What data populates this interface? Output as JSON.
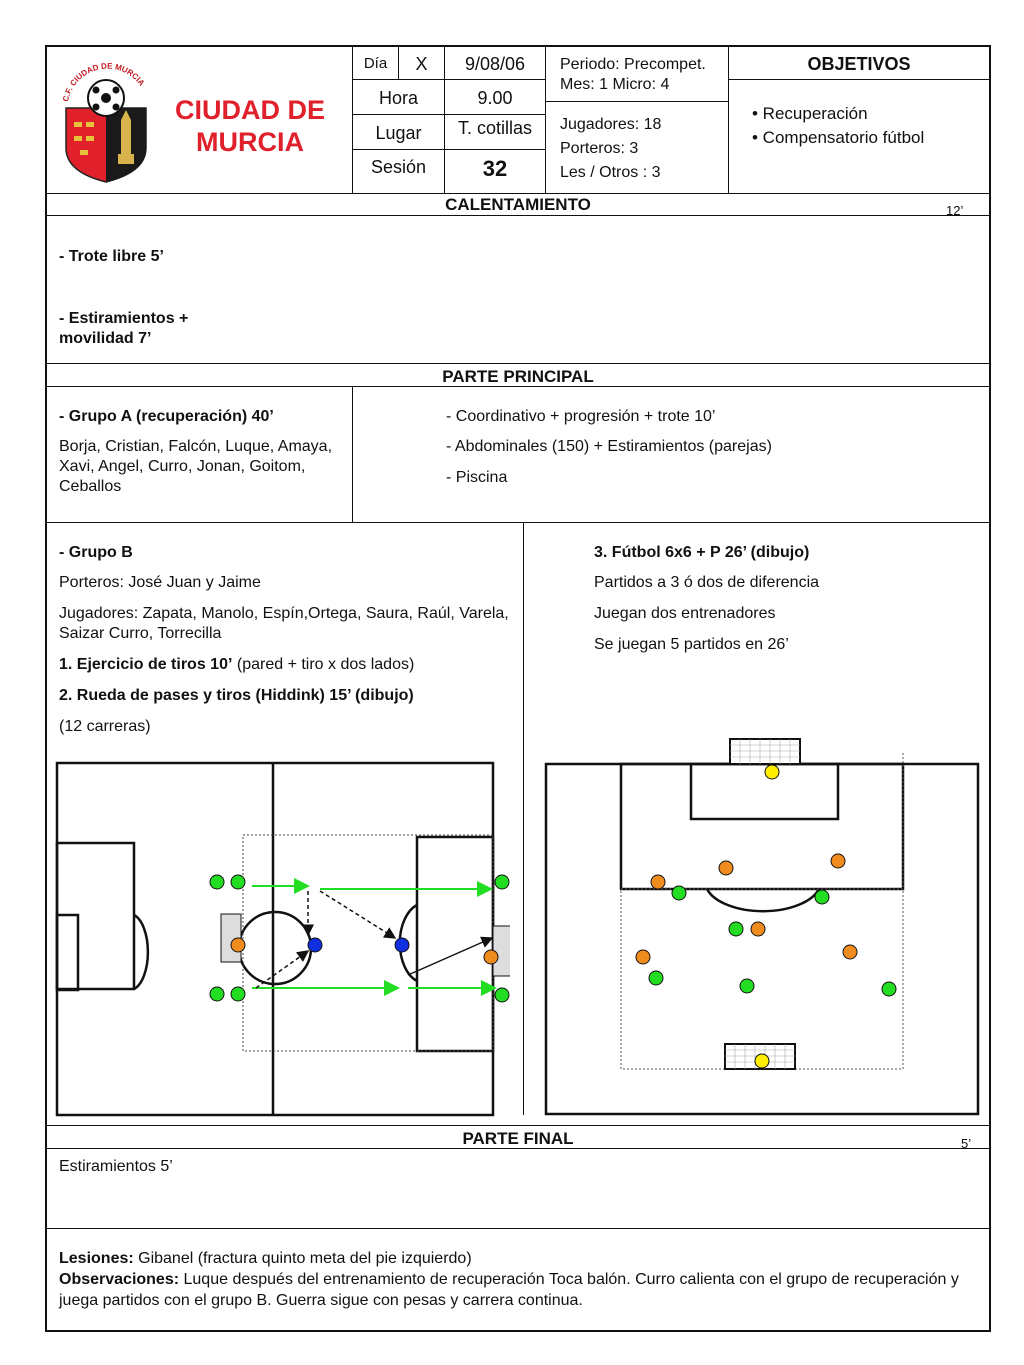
{
  "club": {
    "name_line1": "CIUDAD DE",
    "name_line2": "MURCIA",
    "crest_text": "C.F. CIUDAD DE MURCIA"
  },
  "header": {
    "dia_label": "Día",
    "dia_mark": "X",
    "date": "9/08/06",
    "hora_label": "Hora",
    "hora": "9.00",
    "lugar_label": "Lugar",
    "lugar": "T. cotillas",
    "sesion_label": "Sesión",
    "sesion": "32",
    "periodo": "Periodo: Precompet.",
    "mes_micro": "Mes: 1  Micro: 4",
    "jugadores": "Jugadores:  18",
    "porteros": "Porteros: 3",
    "les_otros": "Les / Otros : 3",
    "objetivos_title": "OBJETIVOS",
    "objetivos": [
      "• Recuperación",
      "• Compensatorio fútbol"
    ]
  },
  "calentamiento": {
    "title": "CALENTAMIENTO",
    "time": "12’",
    "item1": "- Trote libre 5’",
    "item2a": "- Estiramientos +",
    "item2b": "movilidad 7’"
  },
  "principal": {
    "title": "PARTE PRINCIPAL",
    "grupo_a_title": "- Grupo A (recuperación) 40’",
    "grupo_a_players": "Borja, Cristian, Falcón, Luque, Amaya, Xavi, Angel, Curro, Jonan, Goitom, Ceballos",
    "grupo_a_tasks": [
      "- Coordinativo + progresión + trote  10’",
      "- Abdominales  (150) + Estiramientos (parejas)",
      "- Piscina"
    ],
    "grupo_b_title": "-  Grupo B",
    "porteros_b": "Porteros: José Juan y Jaime",
    "jugadores_b": "Jugadores: Zapata, Manolo, Espín,Ortega, Saura, Raúl, Varela, Saizar Curro, Torrecilla",
    "ej1_bold": "1. Ejercicio de tiros  10’",
    "ej1_rest": " (pared + tiro x dos lados)",
    "ej2": "2. Rueda de pases y tiros (Hiddink) 15’  (dibujo)",
    "ej2_note": "(12 carreras)",
    "ej3": "3. Fútbol 6x6 + P   26’  (dibujo)",
    "ej3_lines": [
      "Partidos a 3 ó dos de diferencia",
      "Juegan dos entrenadores",
      "Se juegan 5 partidos en 26’"
    ]
  },
  "final": {
    "title": "PARTE FINAL",
    "time": "5’",
    "item": "Estiramientos 5’"
  },
  "notes": {
    "lesiones_label": "Lesiones:",
    "lesiones": "  Gibanel (fractura quinto meta del pie izquierdo)",
    "obs_label": "Observaciones:",
    "obs": "  Luque después del entrenamiento de recuperación Toca balón. Curro calienta con el grupo de recuperación y  juega partidos con el grupo B. Guerra sigue con pesas y carrera continua."
  },
  "colors": {
    "green": "#22dd22",
    "orange": "#f08c1e",
    "blue": "#1030e0",
    "yellow": "#ffee00",
    "red": "#e0202a"
  }
}
